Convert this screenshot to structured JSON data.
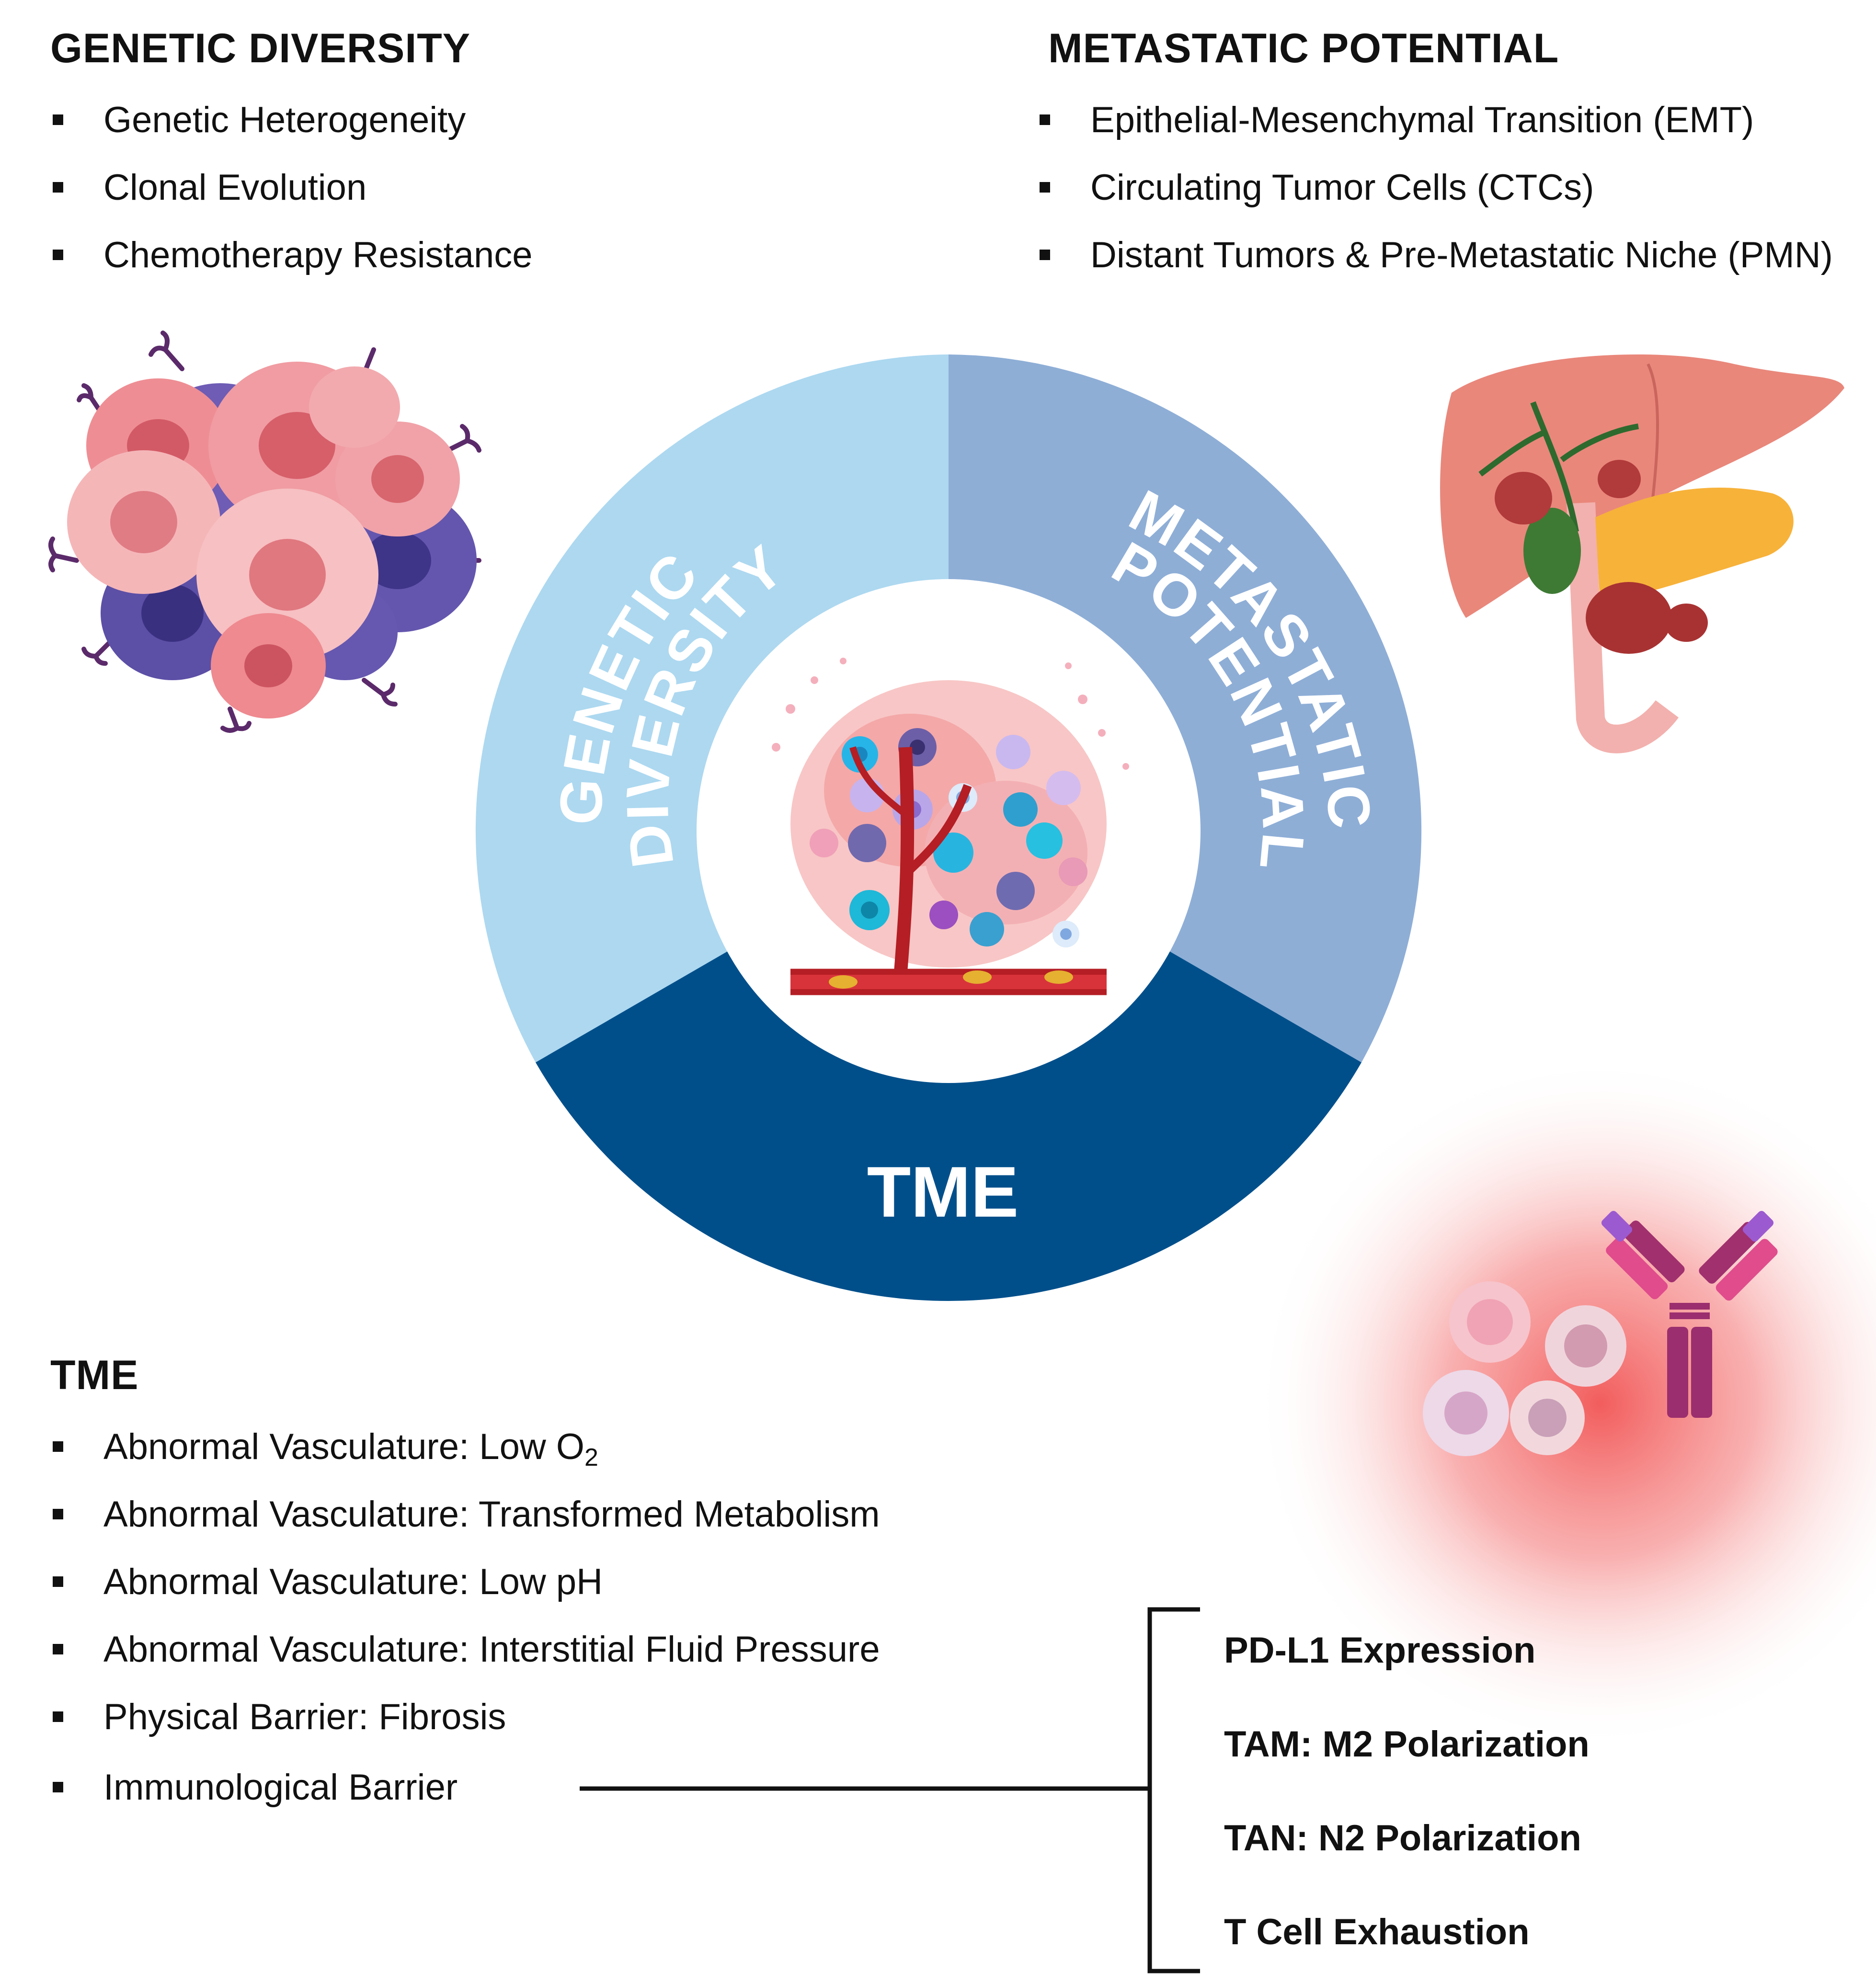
{
  "genetic": {
    "heading": "GENETIC DIVERSITY",
    "items": [
      "Genetic Heterogeneity",
      "Clonal Evolution",
      "Chemotherapy Resistance"
    ]
  },
  "metastatic": {
    "heading": "METASTATIC POTENTIAL",
    "items": [
      "Epithelial-Mesenchymal Transition (EMT)",
      "Circulating Tumor Cells (CTCs)",
      "Distant Tumors & Pre-Metastatic Niche (PMN)"
    ]
  },
  "wheel": {
    "segments": [
      {
        "line1": "GENETIC",
        "line2": "DIVERSITY",
        "color": "#ADD8F0"
      },
      {
        "line1": "METASTATIC",
        "line2": "POTENTIAL",
        "color": "#8EAED6"
      },
      {
        "label": "TME",
        "color": "#004F8B"
      }
    ]
  },
  "tme": {
    "heading": "TME",
    "items": [
      {
        "text": "Abnormal Vasculature: Low O",
        "sub": "2"
      },
      {
        "text": "Abnormal Vasculature: Transformed Metabolism"
      },
      {
        "text": "Abnormal Vasculature: Low pH"
      },
      {
        "text": "Abnormal Vasculature: Interstitial Fluid Pressure"
      },
      {
        "text": "Physical Barrier: Fibrosis"
      },
      {
        "text": "Immunological Barrier"
      }
    ]
  },
  "immune_barrier": {
    "items": [
      "PD-L1 Expression",
      "TAM: M2 Polarization",
      "TAN: N2 Polarization",
      "T Cell Exhaustion"
    ]
  },
  "icons": [
    "tumor-cell-cluster-icon",
    "liver-pancreas-icon",
    "tumor-microenvironment-icon",
    "immune-cells-icon",
    "antibody-icon"
  ]
}
